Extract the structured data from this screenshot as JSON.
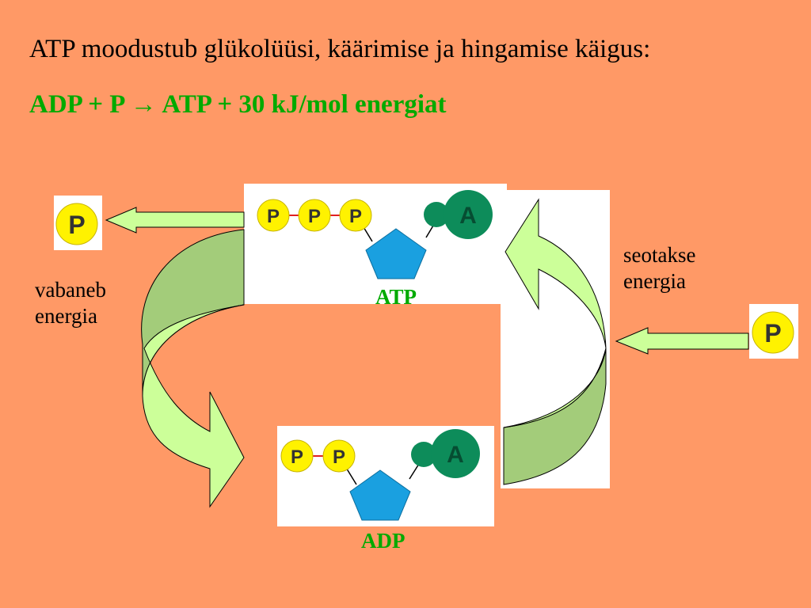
{
  "heading": "ATP moodustub glükolüüsi, käärimise ja hingamise käigus:",
  "equation": {
    "left": "ADP + P ",
    "arrow": "→",
    "right": " ATP + 30 kJ/mol energiat"
  },
  "labels": {
    "released_line1": "vabaneb",
    "released_line2": "energia",
    "bound_line1": "seotakse",
    "bound_line2": "energia"
  },
  "molecules": {
    "atp": {
      "name": "ATP",
      "phosphates": [
        "P",
        "P",
        "P"
      ],
      "base": "A"
    },
    "adp": {
      "name": "ADP",
      "phosphates": [
        "P",
        "P"
      ],
      "base": "A"
    },
    "free_phosphate_left": "P",
    "free_phosphate_right": "P"
  },
  "colors": {
    "background": "#FF9966",
    "equation_text": "#00AA00",
    "phosphate": "#FFF200",
    "ribose": "#1AA0E0",
    "adenine": "#0D8C5A",
    "arrow_light": "#CCFF99",
    "arrow_dark": "#A3CC7A"
  }
}
